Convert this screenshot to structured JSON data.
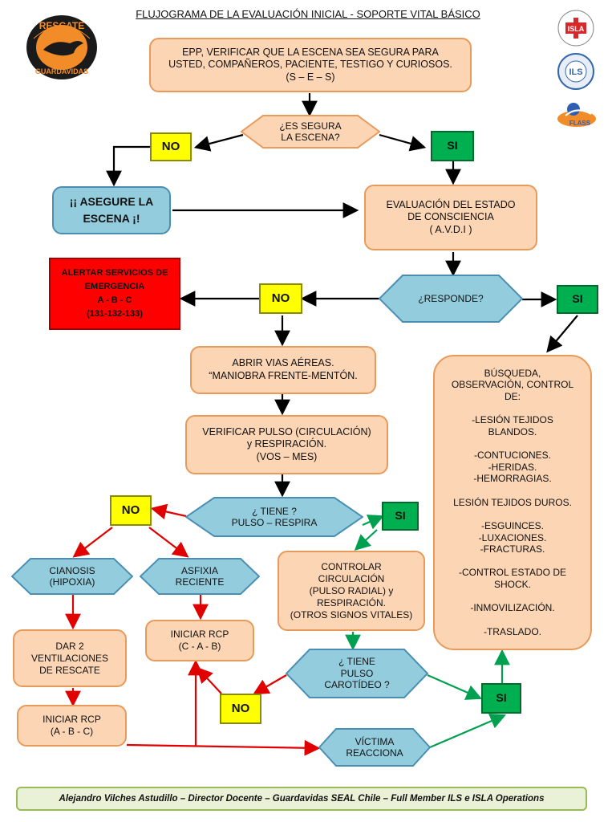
{
  "title": "FLUJOGRAMA DE LA EVALUACIÓN INICIAL  -  SOPORTE VITAL BÁSICO",
  "logo_left_text": "RESCATE GUARDAVIDAS",
  "logos_right": [
    "ISLA",
    "ILS",
    "FLASS"
  ],
  "colors": {
    "peach": "#fcd5b5",
    "blue": "#93cddd",
    "green": "#00b050",
    "yellow": "#ffff00",
    "red": "#ff0000",
    "arrow_black": "#000000",
    "arrow_red": "#e00000",
    "arrow_green": "#00a050"
  },
  "nodes": {
    "epp": "EPP, VERIFICAR QUE LA ESCENA SEA SEGURA PARA\nUSTED, COMPAÑEROS, PACIENTE, TESTIGO Y CURIOSOS.\n(S – E – S)",
    "es_segura": "¿ES SEGURA\nLA ESCENA?",
    "no1": "NO",
    "si1": "SI",
    "asegure": "¡¡ ASEGURE LA\nESCENA ¡!",
    "evaluacion": "EVALUACIÓN DEL ESTADO\nDE CONSCIENCIA\n( A.V.D.I )",
    "alertar": "ALERTAR SERVICIOS DE\nEMERGENCIA\nA  -  B  -  C\n(131-132-133)",
    "no2": "NO",
    "responde": "¿RESPONDE?",
    "si2": "SI",
    "abrir": "ABRIR VIAS AÉREAS.\n“MANIOBRA FRENTE-MENTÓN.",
    "verificar": "VERIFICAR PULSO (CIRCULACIÓN)\ny RESPIRACIÓN.\n(VOS – MES)",
    "busqueda": "BÚSQUEDA,\nOBSERVACIÓN,  CONTROL\nDE:\n\n-LESIÓN TEJIDOS\nBLANDOS.\n\n-CONTUCIONES.\n-HERIDAS.\n-HEMORRAGIAS.\n\nLESIÓN TEJIDOS DUROS.\n\n-ESGUINCES.\n-LUXACIONES.\n-FRACTURAS.\n\n-CONTROL ESTADO DE\nSHOCK.\n\n-INMOVILIZACIÓN.\n\n-TRASLADO.",
    "no3": "NO",
    "tiene_pulso": "¿ TIENE ?\nPULSO – RESPIRA",
    "si3": "SI",
    "cianosis": "CIANOSIS\n(HIPOXIA)",
    "asfixia": "ASFIXIA\nRECIENTE",
    "controlar": "CONTROLAR\nCIRCULACIÓN\n(PULSO RADIAL) y\nRESPIRACIÓN.\n(OTROS SIGNOS VITALES)",
    "dar2": "DAR 2\nVENTILACIONES\nDE RESCATE",
    "iniciar_rcp_cab": "INICIAR RCP\n(C - A - B)",
    "tiene_carotideo": "¿ TIENE\nPULSO\nCAROTÍDEO ?",
    "no4": "NO",
    "si4": "SI",
    "iniciar_rcp_abc": "INICIAR RCP\n(A - B - C)",
    "victima": "VÍCTIMA\nREACCIONA"
  },
  "footer": "Alejandro Vilches Astudillo – Director Docente – Guardavidas SEAL Chile – Full Member ILS e ISLA Operations"
}
